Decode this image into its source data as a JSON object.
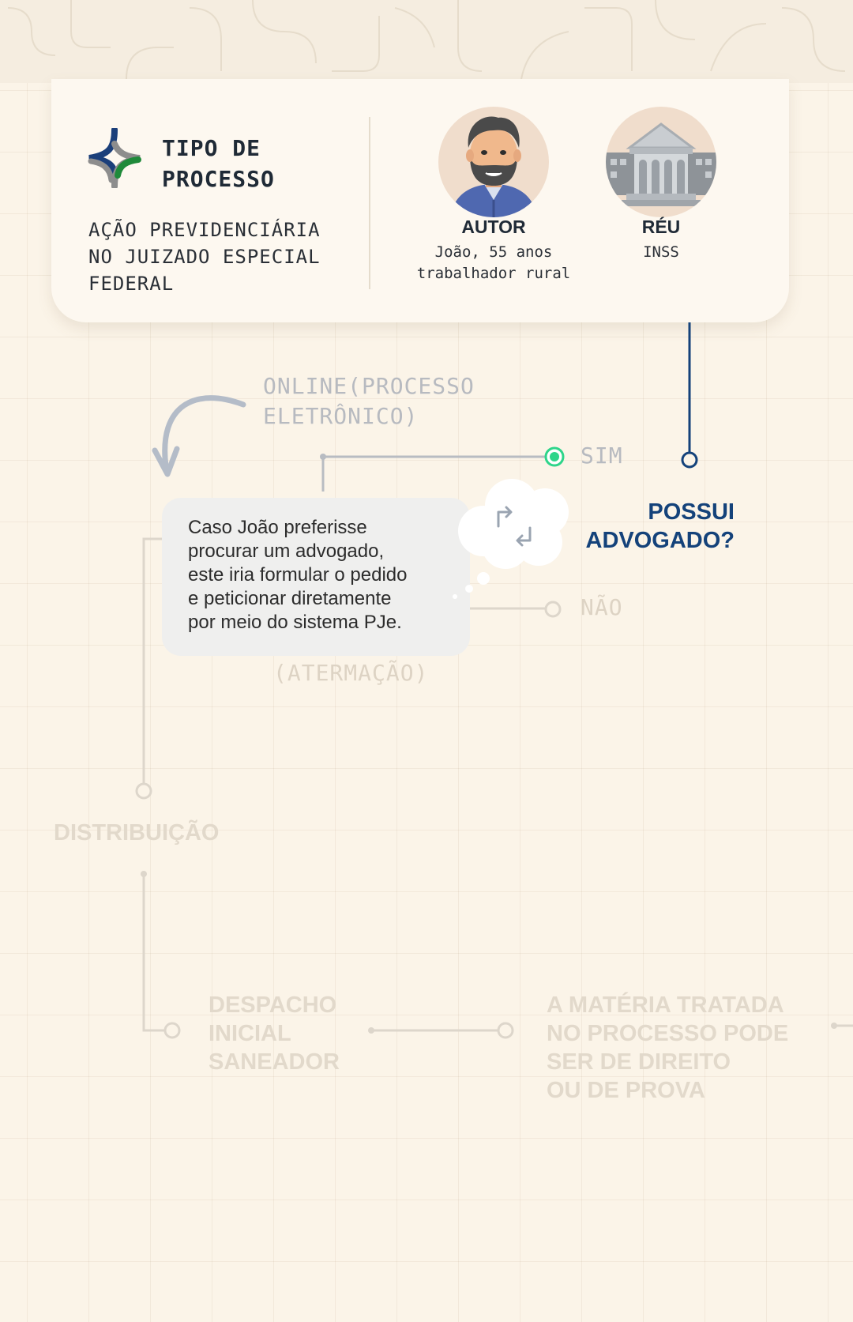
{
  "header": {
    "title": "TIPO DE\nPROCESSO",
    "subtitle": "AÇÃO PREVIDENCIÁRIA\nNO JUIZADO ESPECIAL\nFEDERAL"
  },
  "parties": [
    {
      "label": "AUTOR",
      "description": "João, 55 anos\ntrabalhador rural",
      "icon": "man-avatar-icon"
    },
    {
      "label": "RÉU",
      "description": "INSS",
      "icon": "courthouse-icon"
    }
  ],
  "flow": {
    "online_label": "ONLINE(PROCESSO\nELETRÔNICO)",
    "question": "POSSUI\nADVOGADO?",
    "yes_label": "SIM",
    "no_label": "NÃO",
    "atermacao_label": "(ATERMAÇÃO)",
    "speech_bubble": "Caso João preferisse\nprocurar um advogado,\neste iria formular o pedido\ne peticionar diretamente\npor meio do sistema PJe.",
    "distribution_label": "DISTRIBUIÇÃO",
    "despacho_label": "DESPACHO\nINICIAL\nSANEADOR",
    "materia_label": "A MATÉRIA TRATADA\nNO PROCESSO PODE\nSER DE DIREITO\nOU DE PROVA"
  },
  "colors": {
    "accent_navy": "#14427a",
    "active_green": "#2ed58a",
    "line_gray": "#b8bcc2",
    "faded": "#e2d9cb"
  }
}
